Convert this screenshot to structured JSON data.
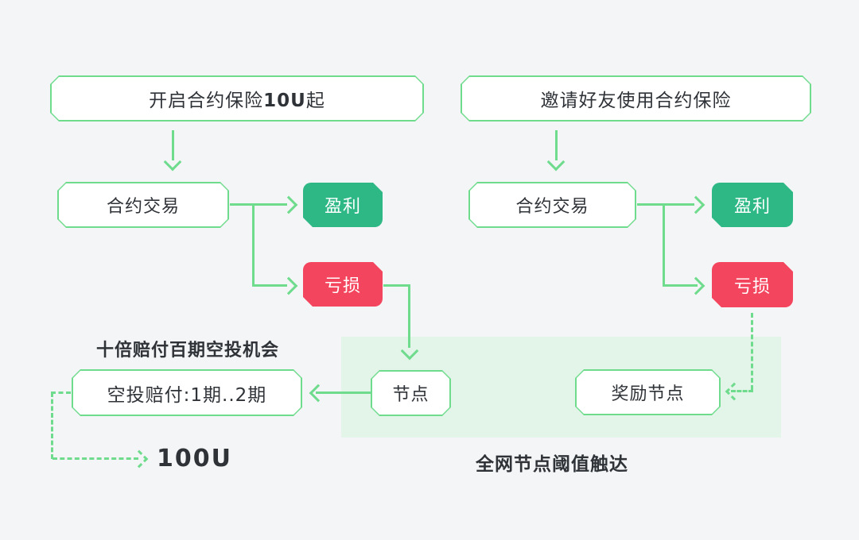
{
  "colors": {
    "background": "#F4F5F6",
    "stroke": "#6EDB8D",
    "profit": "#2DB886",
    "loss": "#F4455E",
    "panel": "#E3F4E8",
    "ink": "#2F3338"
  },
  "flow_left": {
    "start": {
      "prefix": "开启合约保险",
      "amount": "10U",
      "suffix": "起"
    },
    "trade": "合约交易",
    "profit": "盈利",
    "loss": "亏损",
    "airdrop_title": "十倍赔付百期空投机会",
    "airdrop_box": "空投赔付:1期..2期",
    "node": "节点",
    "payout_amount": "100U"
  },
  "flow_right": {
    "invite": "邀请好友使用合约保险",
    "trade": "合约交易",
    "profit": "盈利",
    "loss": "亏损",
    "reward_node": "奖励节点",
    "threshold_label": "全网节点阈值触达"
  }
}
